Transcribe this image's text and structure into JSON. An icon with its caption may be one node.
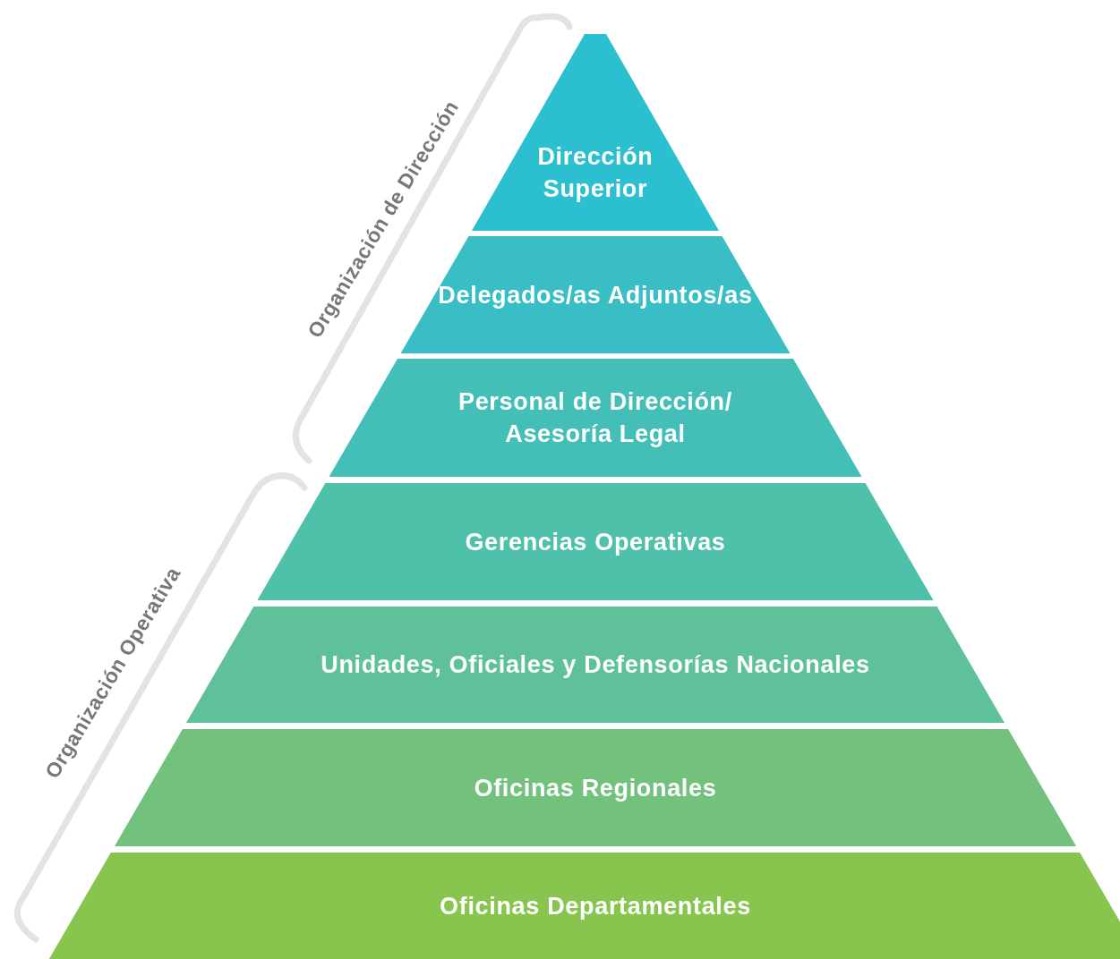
{
  "diagram": {
    "nodes": [
      {
        "text": [
          "Dirección Superior"
        ]
      },
      {
        "text": [
          "Delegados/as Adjuntos/as"
        ]
      },
      {
        "text": [
          "Personal de Dirección/ Asesoría Legal"
        ]
      },
      {
        "text": [
          "Gerencias Operativas"
        ]
      },
      {
        "text": [
          "Unidades, Oficiales y Defensorías Nacionales"
        ]
      },
      {
        "text": [
          "Oficinas Regionales"
        ]
      },
      {
        "text": [
          "Oficinas Departamentales"
        ]
      }
    ],
    "labels": [
      "Organización de Dirección",
      "Organización Operativa"
    ]
  }
}
